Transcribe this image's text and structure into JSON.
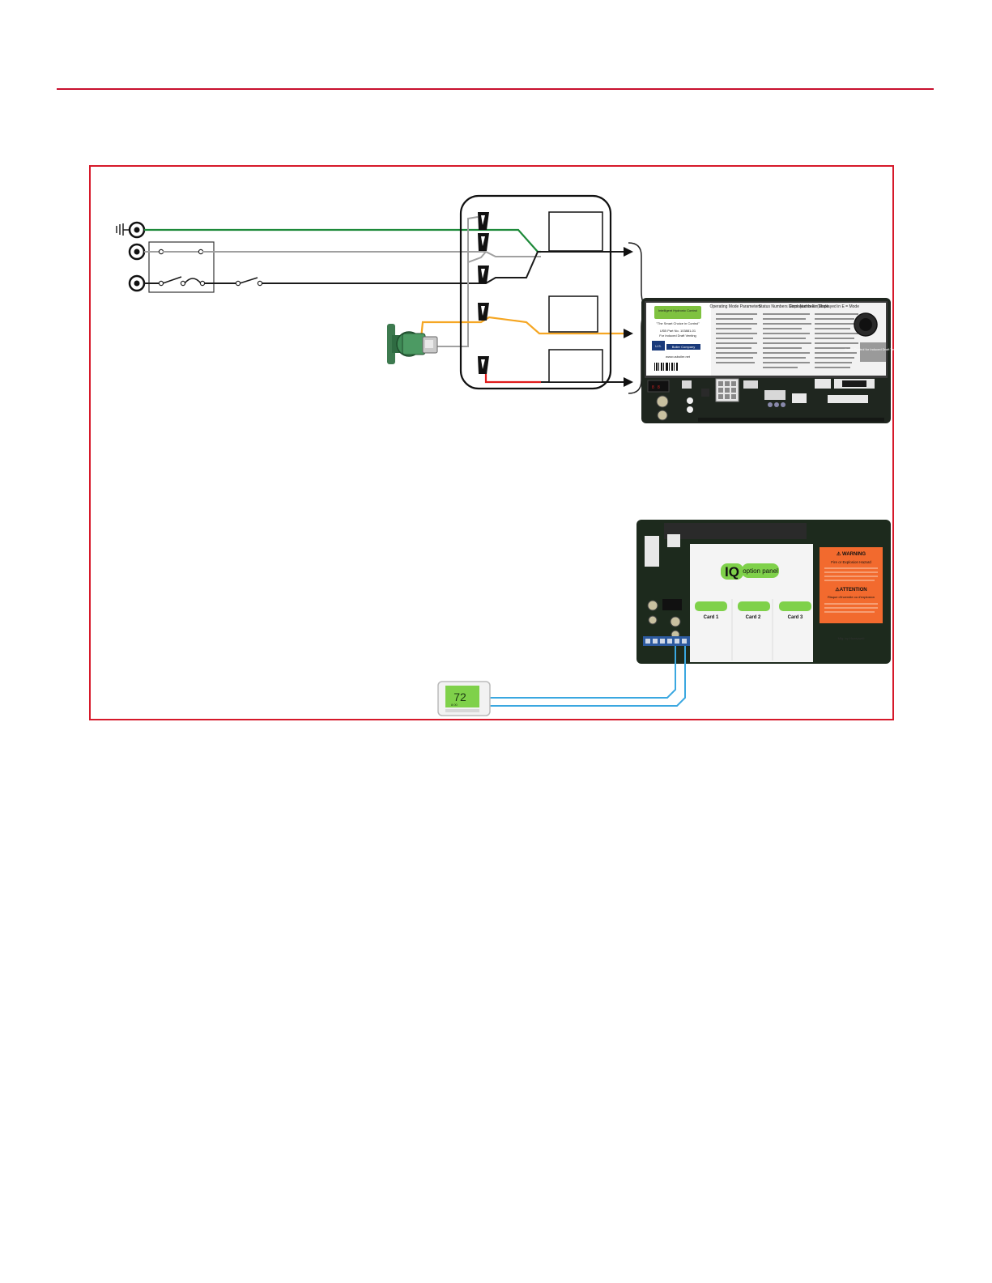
{
  "colors": {
    "accent_red": "#c8102e",
    "frame_red": "#d6192a",
    "ground_wire": "#1e8a3a",
    "neutral_wire": "#a0a0a0",
    "hot_wire": "#1a1a1a",
    "pump_wire": "#f5a623",
    "limit_wire": "#e01b1b",
    "thermostat_wire": "#3aa7e0",
    "board_dark": "#222a22",
    "lcd_green": "#7fd14a"
  },
  "icons": {
    "ground": "ground-symbol-icon",
    "terminal": "terminal-circle-icon",
    "wire_nut": "wire-nut-icon",
    "arrow": "arrowhead-icon",
    "brace": "curly-brace-icon"
  },
  "control_board": {
    "brand_label": "Intelligent Hydronic Control",
    "tagline": "\"The Smart Choice in Control\"",
    "part_number": "USB Part No. 103881-01",
    "part_note": "For Induced Draft Venting",
    "logo_us": "U.S.",
    "logo_brand": "Boiler Company",
    "website": "www.usboiler.net",
    "col1_title": "Operating Mode Parameters",
    "col2_title": "Status Numbers Displayed in Err Mode",
    "col3_title": "Error Numbers (Displayed in E = Mode",
    "right_label": "Boiler Control for Induced Draft Venting"
  },
  "option_panel": {
    "logo": "IQ",
    "logo_text": "option panel",
    "cards": [
      "Card 1",
      "Card 2",
      "Card 3"
    ],
    "warning_title": "⚠ WARNING",
    "warning_sub": "Fire or Explosion Hazard",
    "attention_title": "⚠ATTENTION",
    "attention_sub": "Risque d'incendie ou d'explosion",
    "maker": "Mfg. by Honeywell"
  },
  "thermostat": {
    "temperature": "72",
    "small_readout": "8:00"
  }
}
